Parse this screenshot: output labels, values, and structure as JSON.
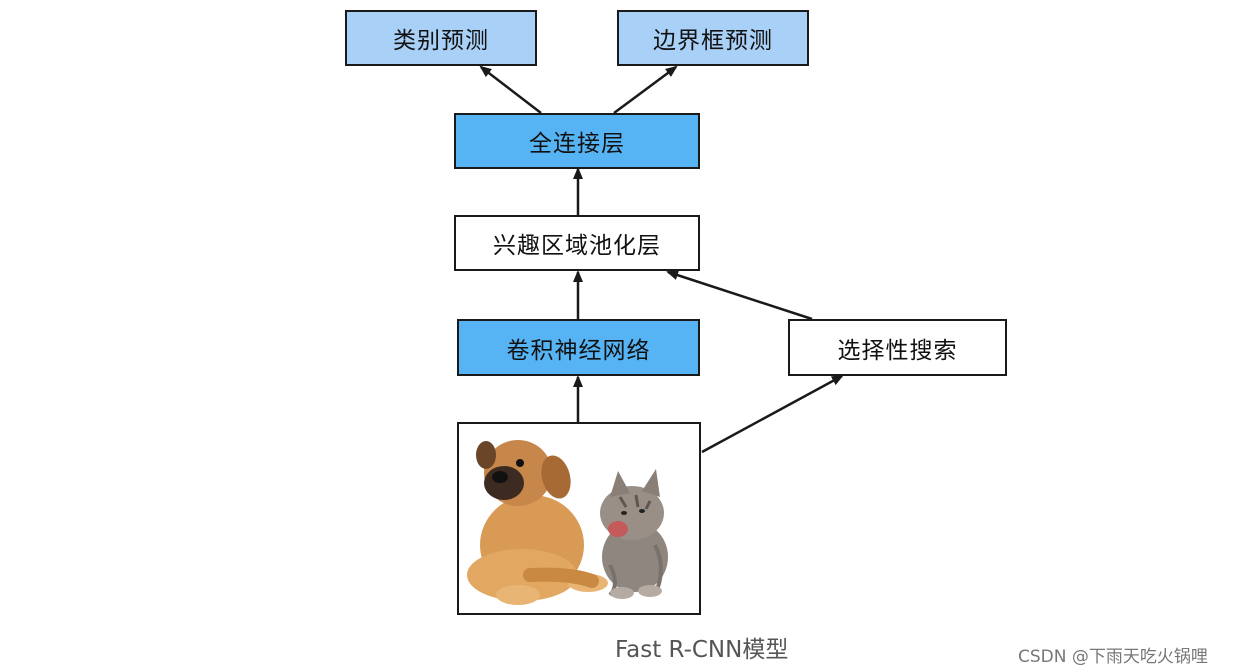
{
  "diagram": {
    "nodes": {
      "class_prediction": {
        "label": "类别预测",
        "fill": "#a9d1f7"
      },
      "bbox_prediction": {
        "label": "边界框预测",
        "fill": "#a9d1f7"
      },
      "fully_connected": {
        "label": "全连接层",
        "fill": "#56b4f5"
      },
      "roi_pooling": {
        "label": "兴趣区域池化层",
        "fill": "#ffffff"
      },
      "cnn": {
        "label": "卷积神经网络",
        "fill": "#56b4f5"
      },
      "selective_search": {
        "label": "选择性搜索",
        "fill": "#ffffff"
      },
      "input_image": {
        "icon": "dog-and-cat-photo-icon"
      }
    },
    "edges": [
      {
        "from": "input_image",
        "to": "cnn"
      },
      {
        "from": "input_image",
        "to": "selective_search"
      },
      {
        "from": "cnn",
        "to": "roi_pooling"
      },
      {
        "from": "selective_search",
        "to": "roi_pooling"
      },
      {
        "from": "roi_pooling",
        "to": "fully_connected"
      },
      {
        "from": "fully_connected",
        "to": "class_prediction"
      },
      {
        "from": "fully_connected",
        "to": "bbox_prediction"
      }
    ],
    "caption": "Fast R-CNN模型"
  },
  "watermark": "CSDN @下雨天吃火锅哩"
}
